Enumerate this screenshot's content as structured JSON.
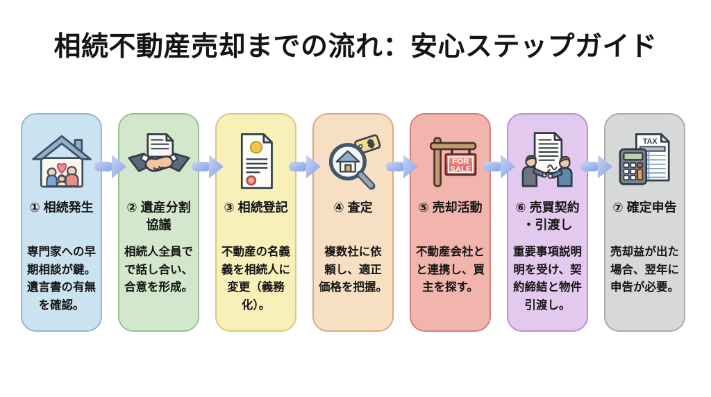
{
  "title": "相続不動産売却までの流れ：安心ステップガイド",
  "arrow": {
    "gradient_start": "#c7d4f3",
    "gradient_end": "#84a0e8"
  },
  "steps": [
    {
      "title": "① 相続発生",
      "body": "専門家への早\n期相談が鍵。\n遺言書の有無\nを確認。",
      "icon": "house-family-icon",
      "fill": "#cbe2f0",
      "border": "#8fb9d1"
    },
    {
      "title": "② 遺産分割\n協議",
      "body": "相続人全員で\nで話し合い、\n合意を形成。",
      "icon": "handshake-document-icon",
      "fill": "#d2e7cb",
      "border": "#97c08e"
    },
    {
      "title": "③ 相続登記",
      "body": "不動産の名義\n義を相続人に\n変更（義務\n化）。",
      "icon": "certificate-seal-icon",
      "fill": "#f8f0b9",
      "border": "#d8c87c"
    },
    {
      "title": "④ 査定",
      "body": "複数社に依\n頼し、適正\n価格を把握。",
      "icon": "house-appraisal-magnifier-icon",
      "fill": "#f7dfc3",
      "border": "#dcaa7c",
      "tag_symbol": "$"
    },
    {
      "title": "⑤ 売却活動",
      "body": "不動産会社と\nと連携し、買\n主を探す。",
      "icon": "for-sale-sign-icon",
      "fill": "#f2b5ae",
      "border": "#cf8079",
      "sign_lines": [
        "FOR",
        "SALE"
      ]
    },
    {
      "title": "⑥ 売買契約\n・引渡し",
      "body": "重要事項説明\n明を受け、契\n約締結と物件\n引渡し。",
      "icon": "contract-signing-icon",
      "fill": "#e4c9ee",
      "border": "#bb90cf"
    },
    {
      "title": "⑦ 確定申告",
      "body": "売却益が出た\n場合、翌年に\n申告が必要。",
      "icon": "tax-calculator-icon",
      "fill": "#d7d9d9",
      "border": "#a6abab",
      "doc_label": "TAX"
    }
  ]
}
